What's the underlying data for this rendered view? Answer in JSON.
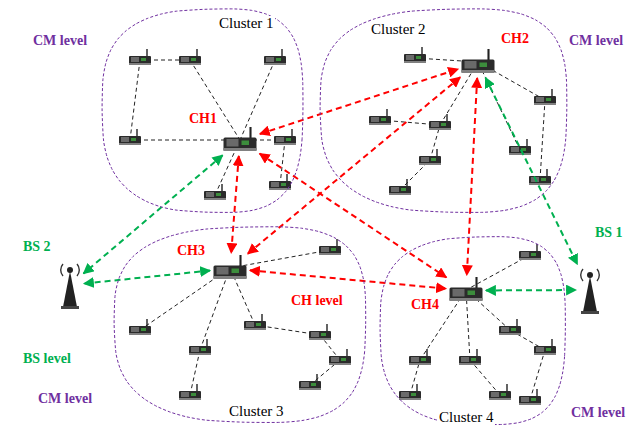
{
  "diagram": {
    "nodes": [
      {
        "text": [
          "Cluster 1",
          "CM level"
        ]
      },
      {
        "text": [
          "CH1"
        ],
        "in": 0
      },
      {
        "text": [
          "Cluster 2",
          "CM level"
        ]
      },
      {
        "text": [
          "CH2"
        ],
        "in": 2
      },
      {
        "text": [
          "BS 1"
        ]
      },
      {
        "text": [
          "BS 2"
        ]
      },
      {
        "text": [
          "Cluster 3",
          "CM level"
        ]
      },
      {
        "text": [
          "CH3"
        ],
        "in": 6
      },
      {
        "text": [
          "Cluster 4",
          "CM level"
        ]
      },
      {
        "text": [
          "CH4"
        ],
        "in": 8
      }
    ],
    "edges": [
      {
        "from": 1,
        "to": 3,
        "arrow": "both"
      },
      {
        "from": 1,
        "to": 7,
        "arrow": "both"
      },
      {
        "from": 1,
        "to": 9,
        "arrow": "both"
      },
      {
        "from": 3,
        "to": 7,
        "arrow": "both"
      },
      {
        "from": 3,
        "to": 9,
        "arrow": "both"
      },
      {
        "from": 7,
        "to": 9,
        "arrow": "both"
      },
      {
        "from": 1,
        "to": 5,
        "arrow": "both"
      },
      {
        "from": 7,
        "to": 5,
        "arrow": "both"
      },
      {
        "from": 3,
        "to": 4,
        "arrow": "both"
      },
      {
        "from": 9,
        "to": 4,
        "arrow": "both"
      }
    ],
    "labels": [
      "BS level",
      "CH level"
    ]
  }
}
